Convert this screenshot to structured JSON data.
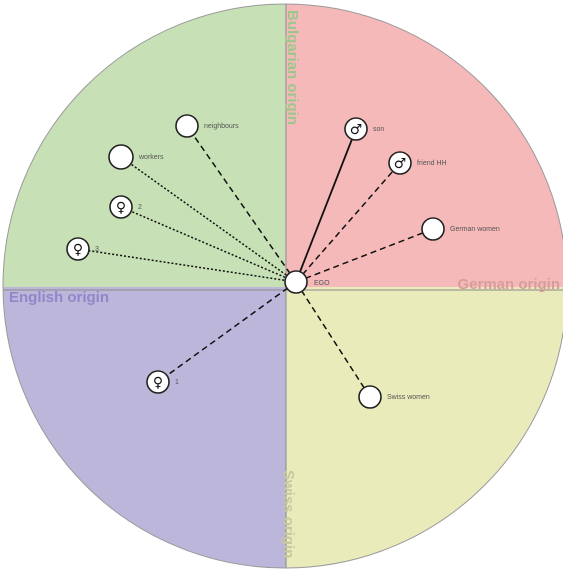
{
  "quadrants": {
    "bulgarian": {
      "label": "Bulgarian origin",
      "color": "#c7e0b5",
      "text_color": "#9cc78c"
    },
    "german": {
      "label": "German origin",
      "color": "#f6b9b9",
      "text_color": "#d79c9c"
    },
    "english": {
      "label": "English origin",
      "color": "#bcb6db",
      "text_color": "#8f87c8"
    },
    "swiss": {
      "label": "Swiss origin",
      "color": "#e9ebbb",
      "text_color": "#c7c8a0"
    }
  },
  "ego": {
    "label": "EGO"
  },
  "alters": [
    {
      "id": "neighbours",
      "label": "neighbours",
      "symbol": "",
      "tie": "dashed"
    },
    {
      "id": "workers",
      "label": "workers",
      "symbol": "",
      "tie": "dotted"
    },
    {
      "id": "female-2",
      "label": "2",
      "symbol": "♀",
      "tie": "dotted"
    },
    {
      "id": "female-3",
      "label": "3",
      "symbol": "♀",
      "tie": "dotted"
    },
    {
      "id": "son",
      "label": "son",
      "symbol": "♂",
      "tie": "solid"
    },
    {
      "id": "friend-hh",
      "label": "friend HH",
      "symbol": "♂",
      "tie": "dashed"
    },
    {
      "id": "german-women",
      "label": "German women",
      "symbol": "",
      "tie": "dashed"
    },
    {
      "id": "female-1",
      "label": "1",
      "symbol": "♀",
      "tie": "dashed"
    },
    {
      "id": "swiss-women",
      "label": "Swiss women",
      "symbol": "",
      "tie": "dashed"
    }
  ]
}
